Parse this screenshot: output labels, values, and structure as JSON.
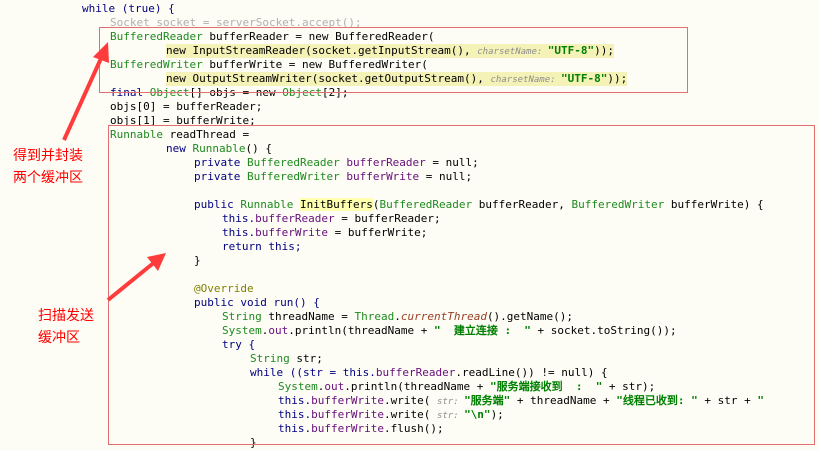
{
  "code": {
    "l1": [
      "while (true) {"
    ],
    "l2": [
      "Socket socket = serverSocket.accept();"
    ],
    "l3": [
      "BufferedReader",
      " bufferReader = new BufferedReader("
    ],
    "l4": [
      "new InputStreamReader(socket.getInputStream(), ",
      "charsetName: ",
      "\"UTF-8\"",
      "));"
    ],
    "l5": [
      "BufferedWriter",
      " bufferWrite = new BufferedWriter("
    ],
    "l6": [
      "new OutputStreamWriter(socket.getOutputStream(), ",
      "charsetName: ",
      "\"UTF-8\"",
      "));"
    ],
    "l7": [
      "final ",
      "Object",
      "[] objs = new ",
      "Object",
      "[2];"
    ],
    "l8": [
      "objs[0] = bufferReader;"
    ],
    "l9": [
      "objs[1] = bufferWrite;"
    ],
    "l10": [
      "Runnable",
      " readThread ="
    ],
    "l11": [
      "new ",
      "Runnable",
      "() {"
    ],
    "l12": [
      "private ",
      "BufferedReader",
      " ",
      "bufferReader",
      " = null;"
    ],
    "l13": [
      "private ",
      "BufferedWriter",
      " ",
      "bufferWrite",
      " = null;"
    ],
    "l14": [
      "public ",
      "Runnable",
      " ",
      "InitBuffers",
      "(",
      "BufferedReader",
      " bufferReader, ",
      "BufferedWriter",
      " bufferWrite) {"
    ],
    "l15": [
      "this.",
      "bufferReader",
      " = bufferReader;"
    ],
    "l16": [
      "this.",
      "bufferWrite",
      " = bufferWrite;"
    ],
    "l17": [
      "return this;"
    ],
    "l18": [
      "}"
    ],
    "l19": [
      "@Override"
    ],
    "l20": [
      "public void run() {"
    ],
    "l21": [
      "String",
      " threadName = ",
      "Thread",
      ".",
      "currentThread",
      "().getName();"
    ],
    "l22": [
      "System",
      ".",
      "out",
      ".println(threadName + ",
      "\"  建立连接 :  \"",
      " + socket.toString());"
    ],
    "l23": [
      "try {"
    ],
    "l24": [
      "String",
      " str;"
    ],
    "l25": [
      "while ((str = this.",
      "bufferReader",
      ".readLine()) != null) {"
    ],
    "l26": [
      "System",
      ".",
      "out",
      ".println(threadName + ",
      "\"服务端接收到  :  \"",
      " + str);"
    ],
    "l27": [
      "this.",
      "bufferWrite",
      ".write( ",
      "str: ",
      "\"服务端\"",
      " + threadName + ",
      "\"线程已收到: \"",
      " + str + ",
      "\""
    ],
    "l28": [
      "this.",
      "bufferWrite",
      ".write( ",
      "str: ",
      "\"\\n\"",
      ");"
    ],
    "l29": [
      "this.",
      "bufferWrite",
      ".flush();"
    ],
    "l30": [
      "}"
    ]
  },
  "annotations": {
    "note1_line1": "得到并封装",
    "note1_line2": "两个缓冲区",
    "note2_line1": "扫描发送",
    "note2_line2": "缓冲区"
  },
  "colors": {
    "keyword": "#000080",
    "type": "#1f8a1f",
    "field": "#660e7a",
    "string": "#008000",
    "annotation_red": "#ff0000",
    "box_border": "#e07070",
    "background": "#fdfdf6"
  }
}
